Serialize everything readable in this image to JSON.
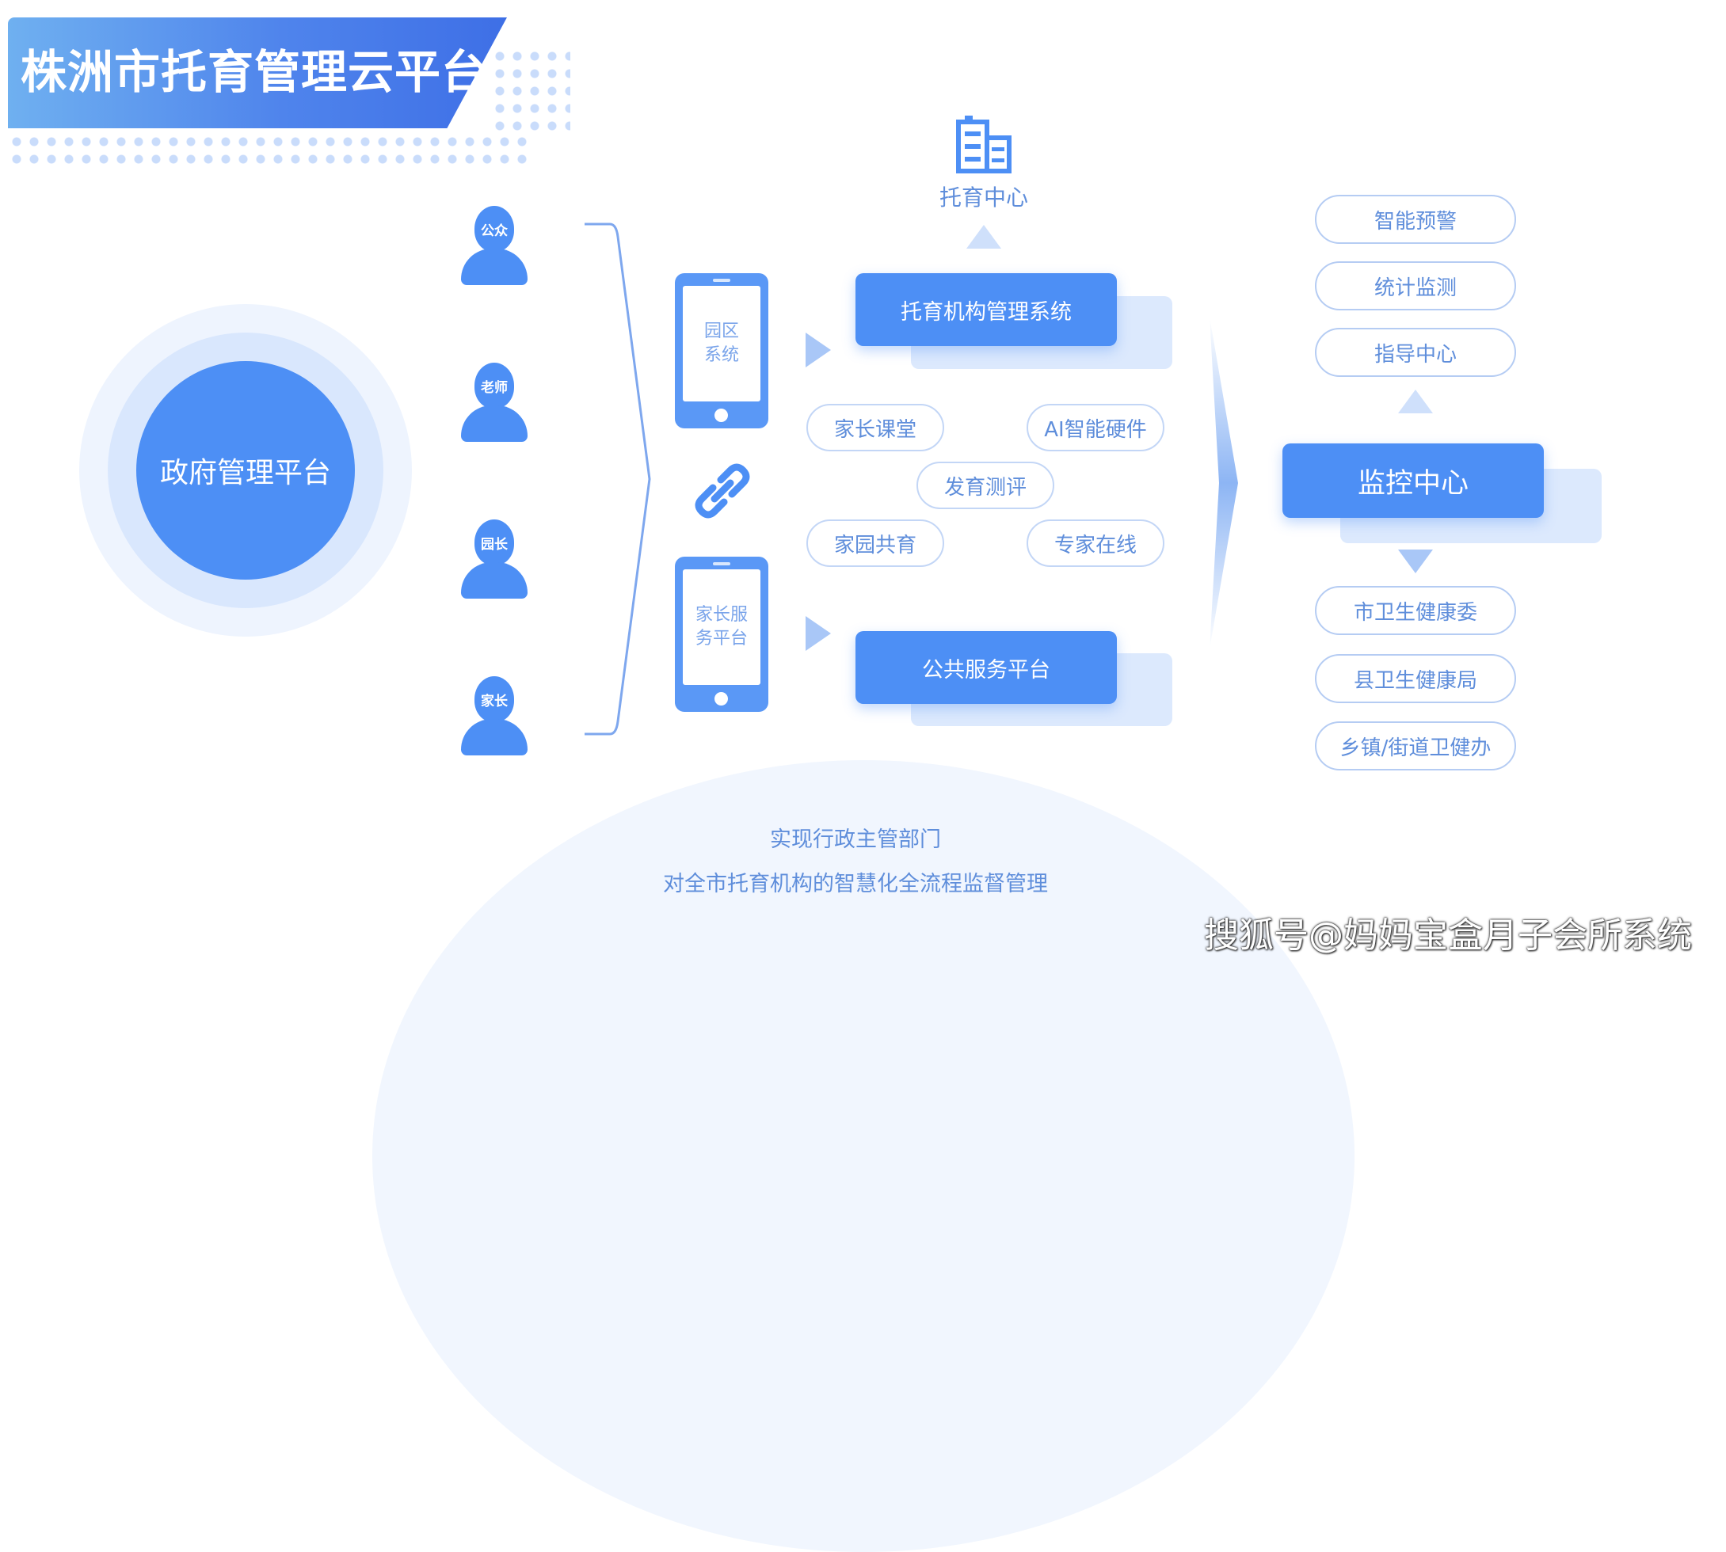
{
  "title": "株洲市托育管理云平台",
  "gov_platform": "政府管理平台",
  "people": [
    {
      "label": "公众"
    },
    {
      "label": "老师"
    },
    {
      "label": "园长"
    },
    {
      "label": "家长"
    }
  ],
  "phones": {
    "campus_line1": "园区",
    "campus_line2": "系统",
    "parent_line1": "家长服",
    "parent_line2": "务平台"
  },
  "center": {
    "top_label": "托育中心",
    "system_top": "托育机构管理系统",
    "system_bottom": "公共服务平台",
    "features": [
      "家长课堂",
      "AI智能硬件",
      "发育测评",
      "家园共育",
      "专家在线"
    ]
  },
  "monitor": {
    "label": "监控中心",
    "upper": [
      "智能预警",
      "统计监测",
      "指导中心"
    ],
    "lower": [
      "市卫生健康委",
      "县卫生健康局",
      "乡镇/街道卫健办"
    ]
  },
  "caption": {
    "line1": "实现行政主管部门",
    "line2": "对全市托育机构的智慧化全流程监督管理"
  },
  "watermark": "搜狐号@妈妈宝盒月子会所系统",
  "colors": {
    "primary": "#4d8ff5",
    "light": "#dce9fd",
    "pill_border": "#c3d6f6",
    "text": "#5f8edb"
  }
}
